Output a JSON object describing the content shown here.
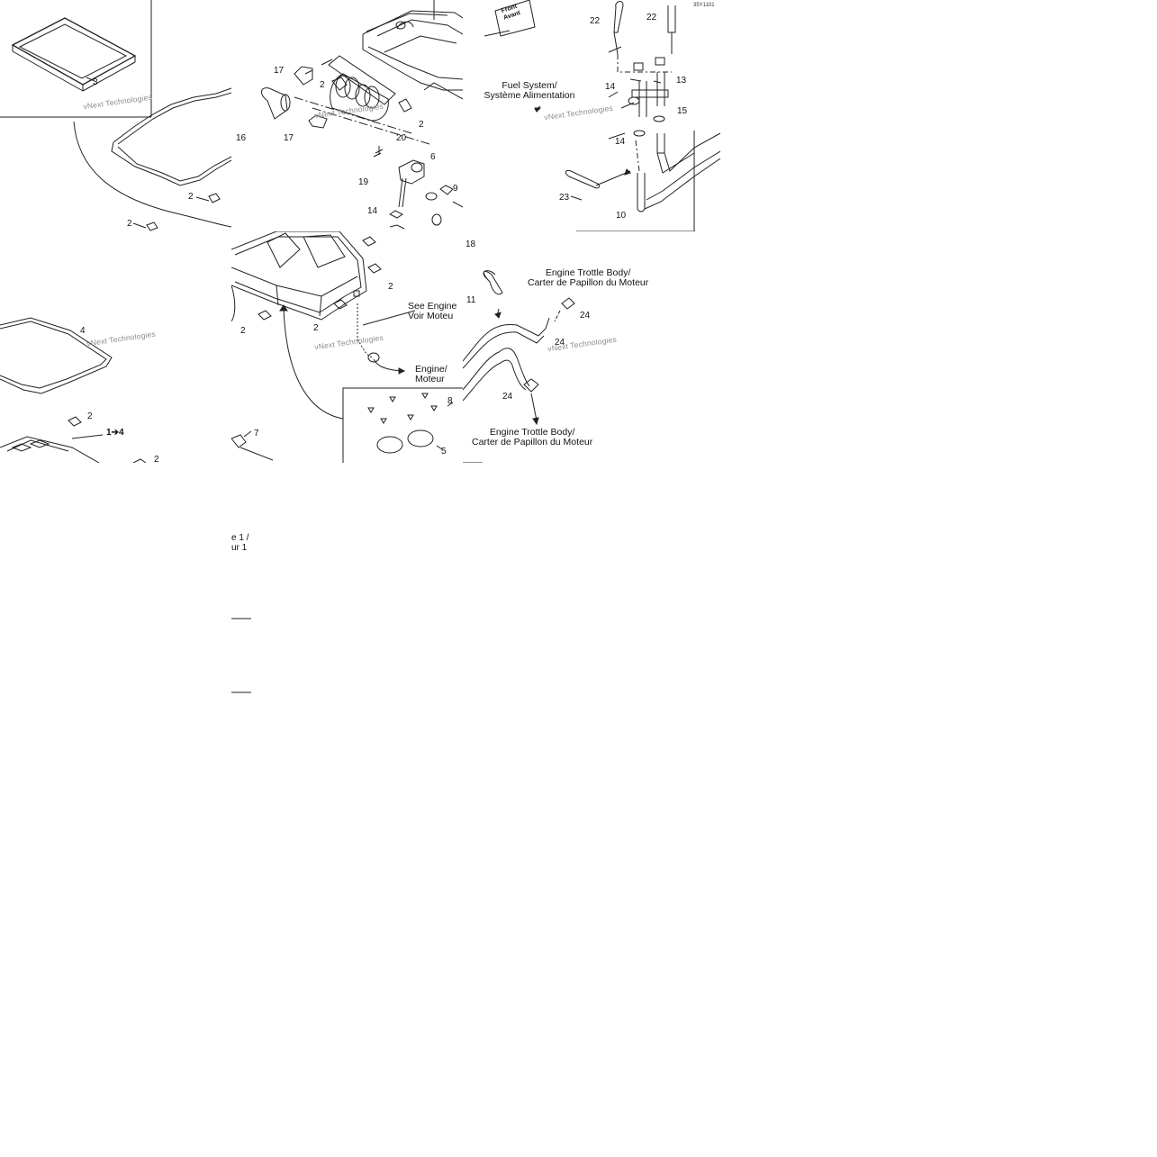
{
  "diagram": {
    "ref_code": "35Y1101",
    "watermark": "vNext Technologies",
    "front_label": [
      "Front",
      "Avant"
    ],
    "callouts": {
      "c1": "3",
      "c2": "2",
      "c3": "2",
      "c4": "4",
      "c5": "2",
      "c6": "1➔4",
      "c7": "2",
      "c8": "17",
      "c9": "2",
      "c10": "16",
      "c11": "17",
      "c12": "2",
      "c13": "20",
      "c14": "6",
      "c15": "19",
      "c16": "9",
      "c17": "14",
      "c18": "18",
      "c19": "2",
      "c20": "2",
      "c21": "2",
      "c22": "11",
      "c23": "24",
      "c24": "24",
      "c25": "24",
      "c26": "8",
      "c27": "5",
      "c28": "7",
      "c29": "22",
      "c30": "22",
      "c31": "14",
      "c32": "13",
      "c33": "15",
      "c34": "14",
      "c35": "23",
      "c36": "10"
    },
    "captions": {
      "fuel_system_en": "Fuel System/",
      "fuel_system_fr": "Système Alimentation",
      "throttle1_en": "Engine Trottle Body/",
      "throttle1_fr": "Carter de Papillon du Moteur",
      "see_engine_en": "See Engine",
      "see_engine_fr": "Voir Moteu",
      "engine_en": "Engine/",
      "engine_fr": "Moteur",
      "throttle2_en": "Engine Trottle Body/",
      "throttle2_fr": "Carter de Papillon du Moteur",
      "partial_1": "e 1 /",
      "partial_2": "ur 1"
    }
  }
}
